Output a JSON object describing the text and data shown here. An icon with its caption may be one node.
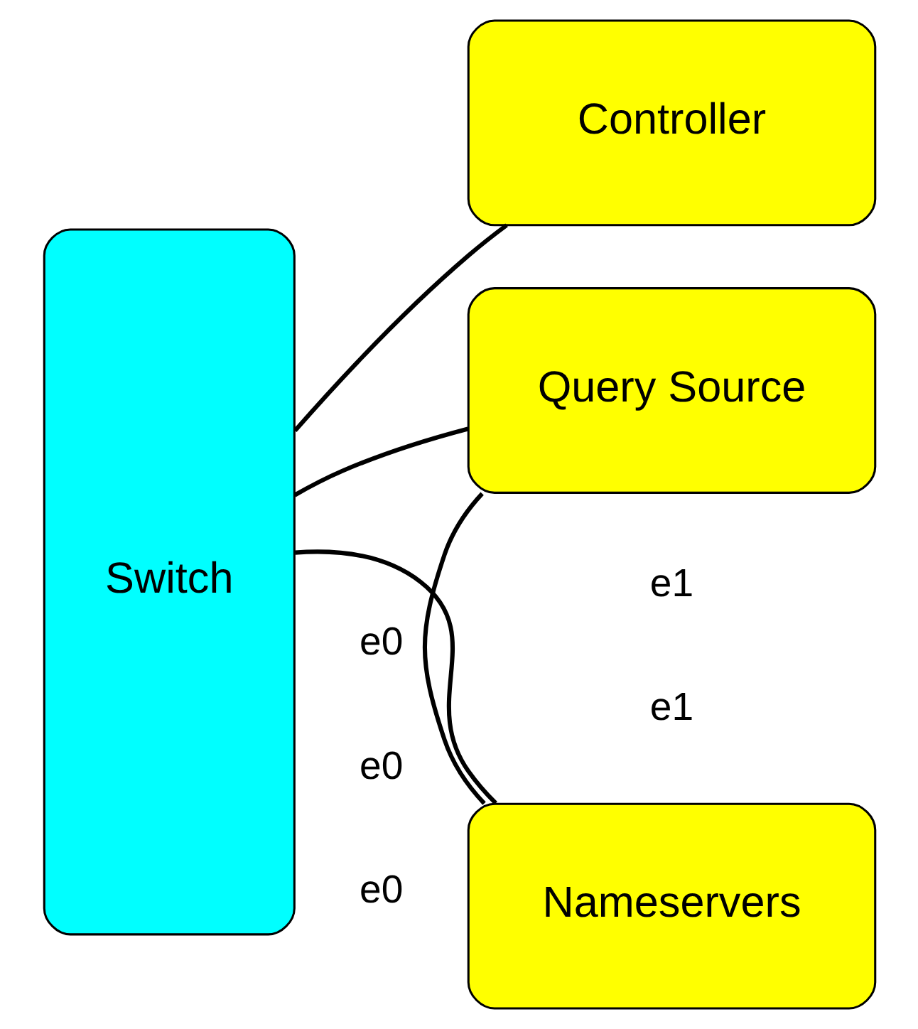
{
  "diagram": {
    "nodes": [
      {
        "text": [
          "Switch"
        ]
      },
      {
        "text": [
          "Controller"
        ]
      },
      {
        "text": [
          "Query Source"
        ]
      },
      {
        "text": [
          "Nameservers"
        ]
      }
    ],
    "edges": [
      {
        "from": 0,
        "to": 1,
        "arrow": "none"
      },
      {
        "from": 0,
        "to": 2,
        "arrow": "none"
      },
      {
        "from": 2,
        "to": 3,
        "arrow": "none"
      },
      {
        "from": 0,
        "to": 3,
        "arrow": "none"
      }
    ],
    "labels": [
      "e0",
      "e0",
      "e1",
      "e1",
      "e0"
    ]
  }
}
